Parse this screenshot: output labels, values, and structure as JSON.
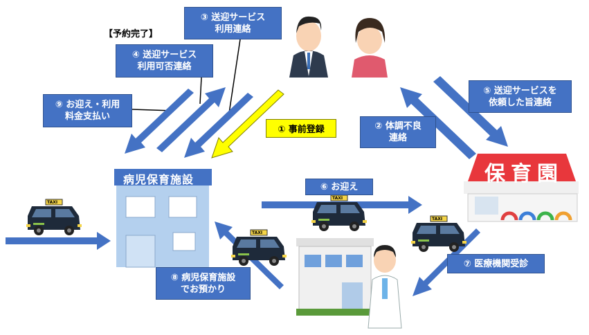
{
  "status_label": "【予約完了】",
  "steps": {
    "s1": {
      "lines": [
        "① 事前登録"
      ]
    },
    "s2": {
      "lines": [
        "② 体調不良",
        "連絡"
      ]
    },
    "s3": {
      "lines": [
        "③ 送迎サービス",
        "利用連絡"
      ]
    },
    "s4": {
      "lines": [
        "④ 送迎サービス",
        "利用可否連絡"
      ]
    },
    "s5": {
      "lines": [
        "⑤ 送迎サービスを",
        "依頼した旨連絡"
      ]
    },
    "s6": {
      "lines": [
        "⑥ お迎え"
      ]
    },
    "s7": {
      "lines": [
        "⑦ 医療機関受診"
      ]
    },
    "s8": {
      "lines": [
        "⑧ 病児保育施設",
        "でお預かり"
      ]
    },
    "s9": {
      "lines": [
        "⑨ お迎え・利用",
        "料金支払い"
      ]
    }
  },
  "facility_label": "病児保育施設",
  "nursery_sign": [
    "保",
    "育",
    "園"
  ],
  "taxi_sign": "TAXI",
  "colors": {
    "box_blue": "#4472c4",
    "arrow_blue": "#4472c4",
    "yellow": "#ffff00",
    "facility": "#b4d0ee"
  },
  "icons": [
    "parents-icon",
    "nursery-building-icon",
    "facility-building-icon",
    "clinic-building-icon",
    "doctor-icon",
    "taxi-icon"
  ]
}
